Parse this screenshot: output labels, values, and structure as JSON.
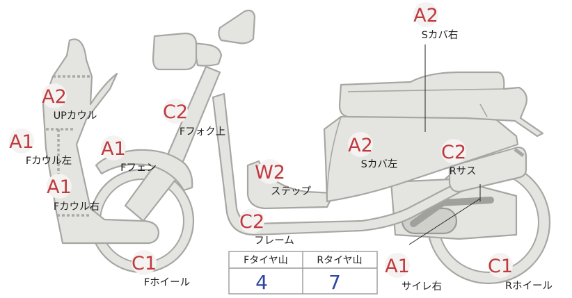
{
  "markers": [
    {
      "id": "up-cowl",
      "code": "A2",
      "label": "UPカウル"
    },
    {
      "id": "f-cowl-left",
      "code": "A1",
      "label": "Fカウル左"
    },
    {
      "id": "f-cowl-right",
      "code": "A1",
      "label": "Fカウル右"
    },
    {
      "id": "f-fender",
      "code": "A1",
      "label": "Fフェン"
    },
    {
      "id": "f-fork-upper",
      "code": "C2",
      "label": "Fフォク上"
    },
    {
      "id": "step",
      "code": "W2",
      "label": "ステップ"
    },
    {
      "id": "frame",
      "code": "C2",
      "label": "フレーム"
    },
    {
      "id": "f-wheel",
      "code": "C1",
      "label": "Fホイール"
    },
    {
      "id": "s-cover-left",
      "code": "A2",
      "label": "Sカバ左"
    },
    {
      "id": "s-cover-right",
      "code": "A2",
      "label": "Sカバ右"
    },
    {
      "id": "r-suspension",
      "code": "C2",
      "label": "Rサス"
    },
    {
      "id": "muffler-right",
      "code": "A1",
      "label": "サイレ右"
    },
    {
      "id": "r-wheel",
      "code": "C1",
      "label": "Rホイール"
    }
  ],
  "tread_table": {
    "columns": [
      "Fタイヤ山",
      "Rタイヤ山"
    ],
    "values": [
      "4",
      "7"
    ]
  },
  "colors": {
    "code": "#bf3a3e",
    "value": "#2f46a0",
    "part_fill": "#e4e4e1",
    "part_stroke": "#a6a6a3"
  }
}
